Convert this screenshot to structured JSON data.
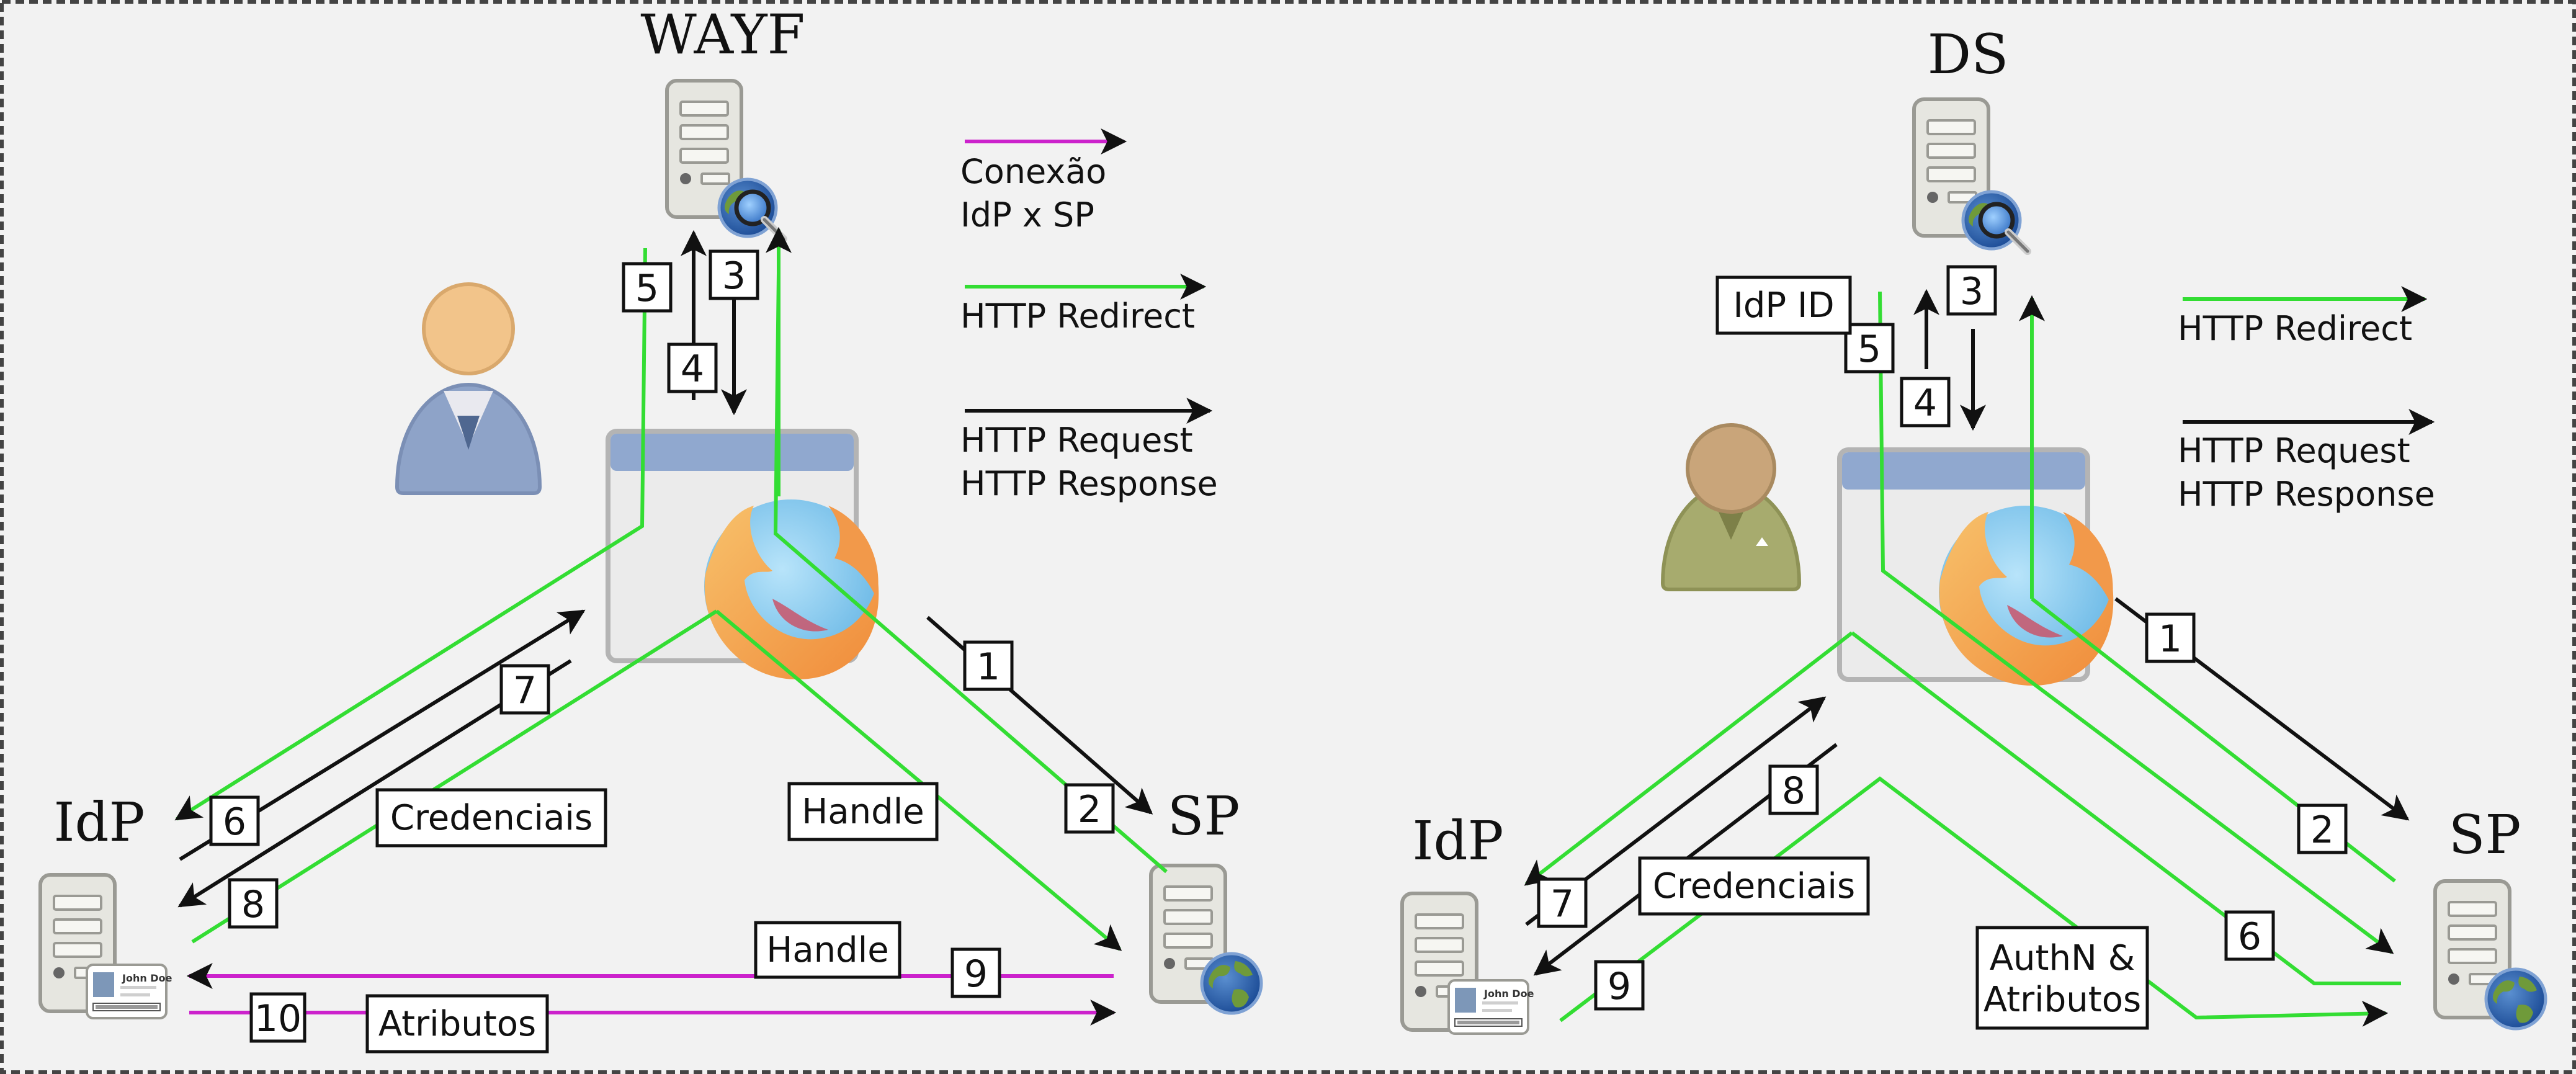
{
  "left": {
    "wayf_label": "WAYF",
    "idp_label": "IdP",
    "sp_label": "SP",
    "legend": {
      "connection_line1": "Conexão",
      "connection_line2": "IdP x SP",
      "redirect": "HTTP Redirect",
      "request": "HTTP Request",
      "response": "HTTP Response"
    },
    "labels": {
      "credenciais": "Credenciais",
      "handle_browser": "Handle",
      "handle_bottom": "Handle",
      "atributos": "Atributos"
    },
    "steps": {
      "s1": "1",
      "s2": "2",
      "s3": "3",
      "s4": "4",
      "s5": "5",
      "s6": "6",
      "s7": "7",
      "s8": "8",
      "s9": "9",
      "s10": "10"
    },
    "card_name": "John Doe"
  },
  "right": {
    "ds_label": "DS",
    "idp_label": "IdP",
    "sp_label": "SP",
    "legend": {
      "redirect": "HTTP Redirect",
      "request": "HTTP Request",
      "response": "HTTP Response"
    },
    "labels": {
      "idp_id": "IdP ID",
      "credenciais": "Credenciais",
      "authn_line1": "AuthN &",
      "authn_line2": "Atributos"
    },
    "steps": {
      "s1": "1",
      "s2": "2",
      "s3": "3",
      "s4": "4",
      "s5": "5",
      "s6": "6",
      "s7": "7",
      "s8": "8",
      "s9": "9"
    },
    "card_name": "John Doe"
  },
  "colors": {
    "redirect": "#33dd33",
    "connection": "#cc22cc",
    "request": "#111111",
    "background": "#f2f2f2"
  }
}
